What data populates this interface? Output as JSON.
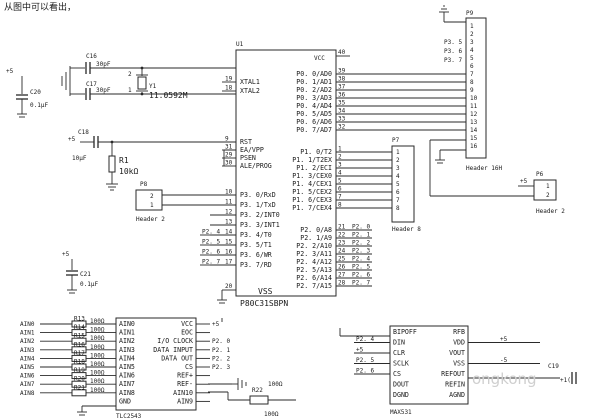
{
  "top_text": "从图中可以看出，",
  "watermark": "ongkong",
  "power": {
    "vcc": "+5"
  },
  "caps": {
    "c16": {
      "ref": "C16",
      "value": "30pF"
    },
    "c17": {
      "ref": "C17",
      "value": "30pF"
    },
    "c20": {
      "ref": "C20",
      "value": "0.1μF"
    },
    "c18": {
      "ref": "C18",
      "value": "10μF"
    },
    "c21": {
      "ref": "C21",
      "value": "0.1μF"
    },
    "c19": {
      "ref": "C19",
      "value": "+1("
    }
  },
  "crystal": {
    "ref": "Y1",
    "value": "11.0592M"
  },
  "r1": {
    "ref": "R1",
    "value": "10kΩ"
  },
  "u1": {
    "ref": "U1",
    "name": "P80C31SBPN",
    "vcc": "VCC",
    "vss": "VSS",
    "pin_vcc": "40",
    "pin_vss": "20",
    "left_top": [
      {
        "n": "19",
        "name": "XTAL1"
      },
      {
        "n": "18",
        "name": "XTAL2"
      }
    ],
    "left_mid": [
      {
        "n": "9",
        "name": "RST"
      },
      {
        "n": "31",
        "name": "EA/VPP"
      },
      {
        "n": "29",
        "name": "PSEN"
      },
      {
        "n": "30",
        "name": "ALE/PROG"
      }
    ],
    "left_p3": [
      {
        "n": "10",
        "name": "P3. 0/RxD",
        "net": ""
      },
      {
        "n": "11",
        "name": "P3. 1/TxD",
        "net": ""
      },
      {
        "n": "12",
        "name": "P3. 2/INT0",
        "net": ""
      },
      {
        "n": "13",
        "name": "P3. 3/INT1",
        "net": ""
      },
      {
        "n": "14",
        "name": "P3. 4/T0",
        "net": "P2. 4"
      },
      {
        "n": "15",
        "name": "P3. 5/T1",
        "net": "P2. 5"
      },
      {
        "n": "16",
        "name": "P3. 6/WR",
        "net": "P2. 6"
      },
      {
        "n": "17",
        "name": "P3. 7/RD",
        "net": "P2. 7"
      }
    ],
    "right_p0": [
      {
        "n": "39",
        "name": "P0. 0/AD0"
      },
      {
        "n": "38",
        "name": "P0. 1/AD1"
      },
      {
        "n": "37",
        "name": "P0. 2/AD2"
      },
      {
        "n": "36",
        "name": "P0. 3/AD3"
      },
      {
        "n": "35",
        "name": "P0. 4/AD4"
      },
      {
        "n": "34",
        "name": "P0. 5/AD5"
      },
      {
        "n": "33",
        "name": "P0. 6/AD6"
      },
      {
        "n": "32",
        "name": "P0. 7/AD7"
      }
    ],
    "right_p1": [
      {
        "n": "1",
        "name": "P1. 0/T2"
      },
      {
        "n": "2",
        "name": "P1. 1/T2EX"
      },
      {
        "n": "3",
        "name": "P1. 2/ECI"
      },
      {
        "n": "4",
        "name": "P1. 3/CEX0"
      },
      {
        "n": "5",
        "name": "P1. 4/CEX1"
      },
      {
        "n": "6",
        "name": "P1. 5/CEX2"
      },
      {
        "n": "7",
        "name": "P1. 6/CEX3"
      },
      {
        "n": "8",
        "name": "P1. 7/CEX4"
      }
    ],
    "right_p2": [
      {
        "n": "21",
        "name": "P2. 0/A8",
        "net": "P2. 0"
      },
      {
        "n": "22",
        "name": "P2. 1/A9",
        "net": "P2. 1"
      },
      {
        "n": "23",
        "name": "P2. 2/A10",
        "net": "P2. 2"
      },
      {
        "n": "24",
        "name": "P2. 3/A11",
        "net": "P2. 3"
      },
      {
        "n": "25",
        "name": "P2. 4/A12",
        "net": "P2. 4"
      },
      {
        "n": "26",
        "name": "P2. 5/A13",
        "net": "P2. 5"
      },
      {
        "n": "27",
        "name": "P2. 6/A14",
        "net": "P2. 6"
      },
      {
        "n": "28",
        "name": "P2. 7/A15",
        "net": "P2. 7"
      }
    ]
  },
  "p7": {
    "ref": "P7",
    "name": "Header 8",
    "pins": [
      "1",
      "2",
      "3",
      "4",
      "5",
      "6",
      "7",
      "8"
    ]
  },
  "p8": {
    "ref": "P8",
    "name": "Header 2",
    "pins": [
      "2",
      "1"
    ]
  },
  "p6": {
    "ref": "P6",
    "name": "Header 2",
    "pins": [
      "1",
      "2"
    ],
    "supply": "+5"
  },
  "p9": {
    "ref": "P9",
    "name": "Header 16H",
    "pins": [
      "1",
      "2",
      "3",
      "4",
      "5",
      "6",
      "7",
      "8",
      "9",
      "10",
      "11",
      "12",
      "13",
      "14",
      "15",
      "16"
    ],
    "nets": [
      "P3. 5",
      "P3. 6",
      "P3. 7"
    ]
  },
  "tlc2543": {
    "name": "TLC2543",
    "left": [
      "AIN0",
      "AIN1",
      "AIN2",
      "AIN3",
      "AIN4",
      "AIN5",
      "AIN6",
      "AIN7",
      "AIN8",
      "GND"
    ],
    "right": [
      "VCC",
      "EOC",
      "I/O CLOCK",
      "DATA INPUT",
      "DATA OUT",
      "CS",
      "REF+",
      "REF-",
      "AIN10",
      "AIN9"
    ],
    "nets_right": [
      "+5",
      "",
      "P2. 0",
      "P2. 1",
      "P2. 2",
      "P2. 3",
      "",
      "",
      "",
      ""
    ],
    "inputs": [
      {
        "net": "AIN0",
        "ref": "R13",
        "value": "100Ω"
      },
      {
        "net": "AIN1",
        "ref": "R14",
        "value": "100Ω"
      },
      {
        "net": "AIN2",
        "ref": "R15",
        "value": "100Ω"
      },
      {
        "net": "AIN3",
        "ref": "R16",
        "value": "100Ω"
      },
      {
        "net": "AIN4",
        "ref": "R17",
        "value": "100Ω"
      },
      {
        "net": "AIN5",
        "ref": "R18",
        "value": "100Ω"
      },
      {
        "net": "AIN6",
        "ref": "R19",
        "value": "100Ω"
      },
      {
        "net": "AIN7",
        "ref": "R20",
        "value": "100Ω"
      },
      {
        "net": "AIN8",
        "ref": "R21",
        "value": "100Ω"
      }
    ],
    "r_ref_top": {
      "ref": "R22",
      "value": "100Ω"
    },
    "r_ref_bot": {
      "ref": "",
      "value": "100Ω"
    }
  },
  "max531": {
    "name": "MAX531",
    "left": [
      "BIPOFF",
      "DIN",
      "CLR",
      "SCLK",
      "CS",
      "DOUT",
      "DGND"
    ],
    "right": [
      "RFB",
      "VDD",
      "VOUT",
      "VSS",
      "REFOUT",
      "REFIN",
      "AGND"
    ],
    "nets_left": [
      "",
      "P2. 4",
      "+5",
      "P2. 5",
      "P2. 6",
      "",
      ""
    ],
    "nets_right": [
      "",
      "+5",
      "",
      "-5",
      "",
      "",
      ""
    ]
  }
}
